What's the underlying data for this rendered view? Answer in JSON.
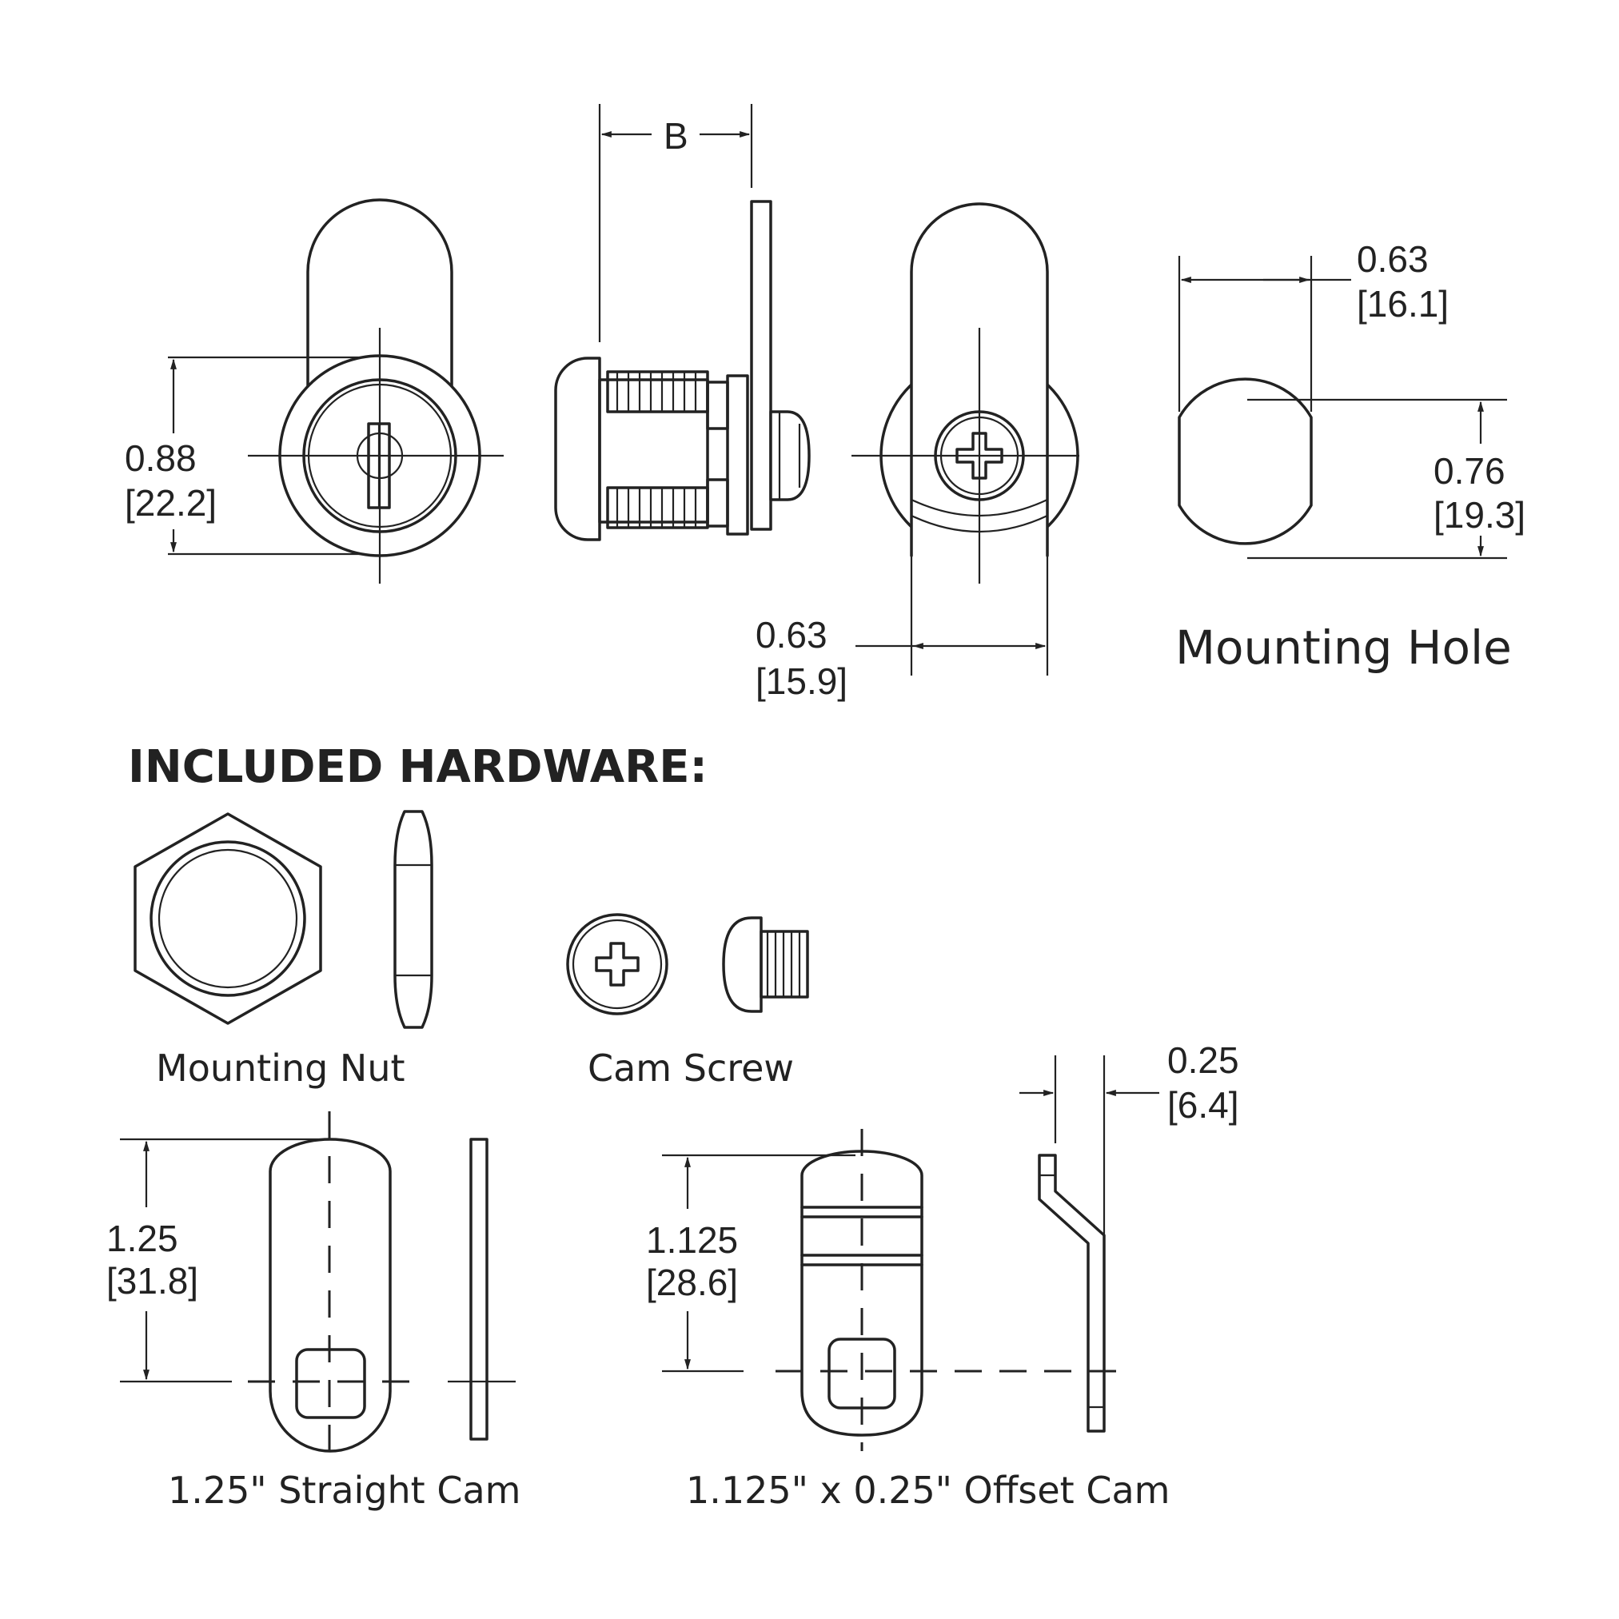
{
  "views": {
    "front_dim": {
      "in": "0.88",
      "mm": "[22.2]"
    },
    "side_dim": {
      "label": "B"
    },
    "back_dim": {
      "in": "0.63",
      "mm": "[15.9]"
    },
    "hole_width_dim": {
      "in": "0.63",
      "mm": "[16.1]"
    },
    "hole_height_dim": {
      "in": "0.76",
      "mm": "[19.3]"
    },
    "hole_label": "Mounting Hole"
  },
  "hardware": {
    "heading": "INCLUDED HARDWARE:",
    "nut_label": "Mounting Nut",
    "screw_label": "Cam Screw",
    "straight_cam": {
      "label": "1.25\" Straight Cam",
      "in": "1.25",
      "mm": "[31.8]"
    },
    "offset_cam": {
      "label": "1.125\" x 0.25\" Offset Cam",
      "in": "1.125",
      "mm": "[28.6]"
    },
    "offset_dim": {
      "in": "0.25",
      "mm": "[6.4]"
    }
  }
}
